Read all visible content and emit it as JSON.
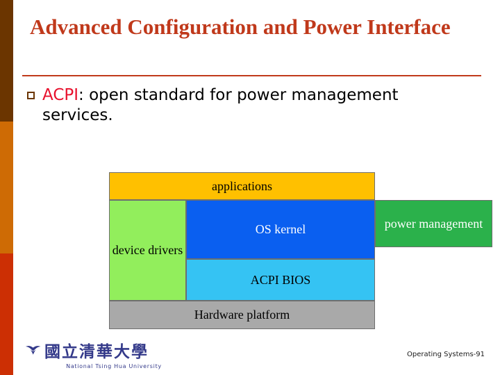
{
  "slide": {
    "title": "Advanced Configuration and Power Interface",
    "bullet": {
      "keyword": "ACPI",
      "rest": ": open standard for power management services."
    }
  },
  "decor": {
    "band_top_color": "#6B3500",
    "band_mid_color": "#CE6B05",
    "band_bottom_color": "#CC2F04",
    "title_color": "#C0391B",
    "keyword_color": "#E8112D"
  },
  "diagram": {
    "type": "block-stack",
    "boxes": [
      {
        "id": "applications",
        "label": "applications",
        "fill": "#FFC000",
        "text_color": "#000000"
      },
      {
        "id": "device-drivers",
        "label": "device drivers",
        "fill": "#92EE5C",
        "text_color": "#000000"
      },
      {
        "id": "os-kernel",
        "label": "OS kernel",
        "fill": "#0A5FF0",
        "text_color": "#FFFFFF"
      },
      {
        "id": "acpi-bios",
        "label": "ACPI BIOS",
        "fill": "#35C3F3",
        "text_color": "#000000"
      },
      {
        "id": "hardware-platform",
        "label": "Hardware platform",
        "fill": "#A9A9A9",
        "text_color": "#000000"
      },
      {
        "id": "power-management",
        "label": "power management",
        "fill": "#2BB14B",
        "text_color": "#FFFFFF"
      }
    ]
  },
  "footer": {
    "logo_chinese": "國立清華大學",
    "logo_english": "National Tsing Hua University",
    "note": "Operating Systems-91"
  }
}
